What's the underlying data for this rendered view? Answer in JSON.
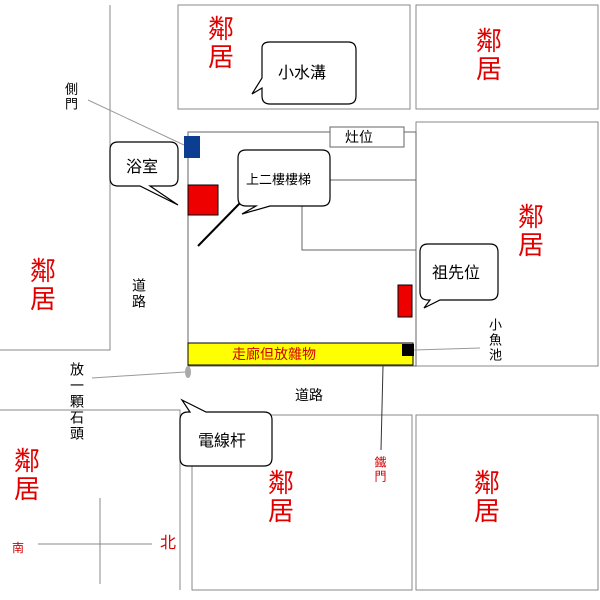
{
  "neighbors": {
    "label1": "鄰",
    "label2": "居"
  },
  "bubbles": {
    "drain": "小水溝",
    "bathroom": "浴室",
    "stairs": "上二樓樓梯",
    "ancestor": "祖先位",
    "pole": "電線杆"
  },
  "labels": {
    "stove": "灶位",
    "corridor": "走廊但放雜物",
    "road_horizontal": "道路",
    "road_vertical": "道路",
    "side_door": "側門",
    "stone": "放一顆石頭",
    "fishpond": "小魚池",
    "iron_gate": "鐵門",
    "south": "南",
    "north": "北"
  },
  "colors": {
    "neighbor_text": "#e00000",
    "door_blue": "#0b3d91",
    "red_box": "#ee0000",
    "corridor_fill": "#ffff00",
    "fishpond": "#000000"
  }
}
